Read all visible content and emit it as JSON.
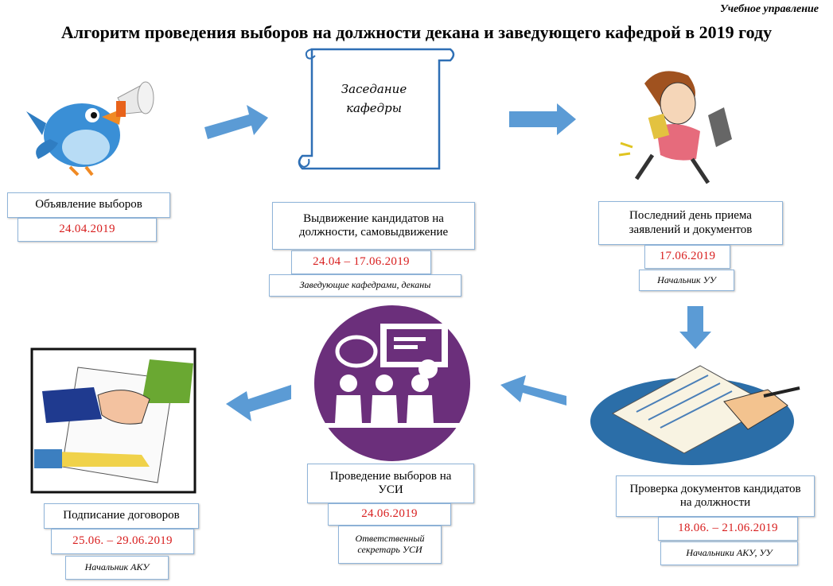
{
  "header": {
    "corner": "Учебное управление",
    "title": "Алгоритм проведения выборов на должности декана и заведующего кафедрой в 2019 году"
  },
  "scroll_text": "Заседание\nкафедры",
  "steps": [
    {
      "label": "Объявление выборов",
      "date": "24.04.2019"
    },
    {
      "label": "Выдвижение кандидатов на должности, самовыдвижение",
      "date": "24.04 – 17.06.2019",
      "responsible": "Заведующие кафедрами, деканы"
    },
    {
      "label": "Последний день приема заявлений и документов",
      "date": "17.06.2019",
      "responsible": "Начальник УУ"
    },
    {
      "label": "Проверка документов кандидатов на должности",
      "date": "18.06. – 21.06.2019",
      "responsible": "Начальники АКУ, УУ"
    },
    {
      "label": "Проведение выборов на УСИ",
      "date": "24.06.2019",
      "responsible": "Ответственный секретарь УСИ"
    },
    {
      "label": "Подписание договоров",
      "date": "25.06. – 29.06.2019",
      "responsible": "Начальник АКУ"
    }
  ],
  "colors": {
    "arrow": "#5b9bd5",
    "date": "#d81e1e",
    "box_border": "#8fb4d9",
    "purple": "#6b2f7b"
  },
  "icons": [
    "bird-megaphone-icon",
    "scroll-icon",
    "running-woman-icon",
    "signing-paper-icon",
    "meeting-icon",
    "handshake-contract-icon"
  ]
}
